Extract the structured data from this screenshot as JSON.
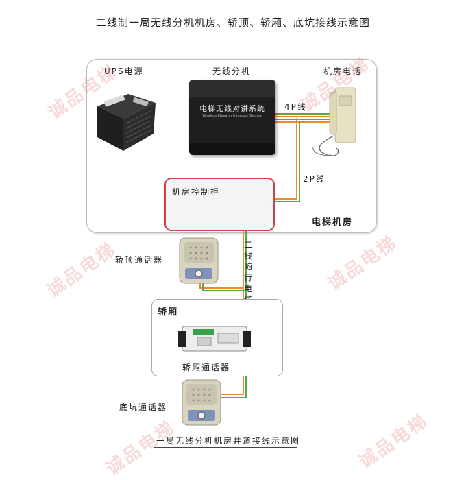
{
  "title": "二线制一局无线分机机房、轿顶、轿厢、底坑接线示意图",
  "ups_label": "UPS电源",
  "extension_label": "无线分机",
  "extension_panel_text": "电梯无线对讲系统",
  "extension_panel_subtext": "Wireless Elevator Intercom System",
  "room_phone_label": "机房电话",
  "wire_4p_label": "4P线",
  "wire_2p_label": "2P线",
  "control_cabinet_label": "机房控制柜",
  "machine_room_label": "电梯机房",
  "travel_cable_label": "二线随行电缆",
  "car_top_intercom_label": "轿顶通话器",
  "car_label": "轿厢",
  "car_intercom_label": "轿厢通话器",
  "pit_intercom_label": "底坑通话器",
  "caption": "一局无线分机机房井道接线示意图",
  "watermark": "诚品电梯",
  "colors": {
    "wire_green": "#5aa64f",
    "wire_orange": "#ef8a2a",
    "cabinet_border": "#c6464b"
  }
}
